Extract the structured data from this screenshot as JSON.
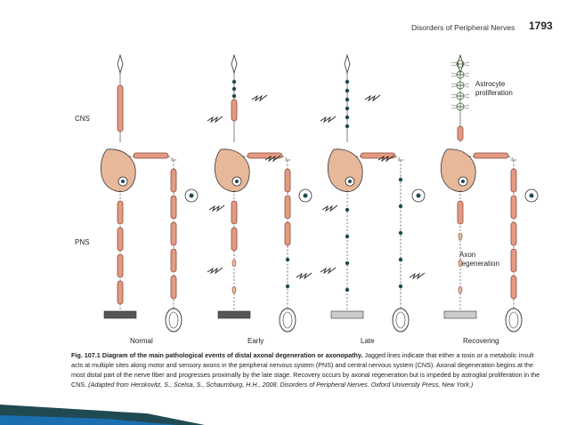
{
  "header": {
    "running_title": "Disorders of Peripheral Nerves",
    "page_number": "1793"
  },
  "figure": {
    "side_labels": {
      "cns": "CNS",
      "pns": "PNS"
    },
    "annotations": {
      "astrocyte": "Astrocyte\nproliferation",
      "axon": "Axon\nregeneration"
    },
    "stages": [
      "Normal",
      "Early",
      "Late",
      "Recovering"
    ]
  },
  "caption": {
    "label": "Fig. 107.1",
    "title": "Diagram of the main pathological events of distal axonal degeneration or axonopathy.",
    "body": " Jagged lines indicate that either a toxin or a metabolic insult acts at multiple sites along motor and sensory axons in the peripheral nervous system (PNS) and central nervous system (CNS). Axonal degeneration begins at the most distal part of the nerve fiber and progresses proximally by the late stage. Recovery occurs by axonal regeneration but is impeded by astroglial proliferation in the CNS. ",
    "source": "(Adapted from Herskovitz, S., Scelsa, S., Schaumburg, H.H., 2008. Disorders of Peripheral Nerves. Oxford University Press, New York.)"
  },
  "colors": {
    "axon_fill": "#e49a82",
    "axon_stroke": "#8a4a3a",
    "dark_teal": "#1f4a52",
    "accent_blue": "#1a6fb0"
  }
}
